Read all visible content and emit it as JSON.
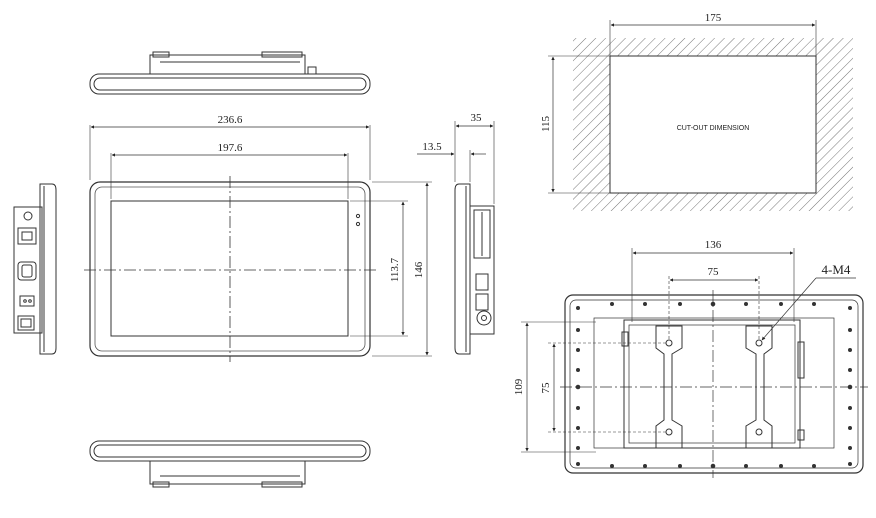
{
  "front_view": {
    "width_label": "236.6",
    "screen_width_label": "197.6",
    "screen_height_label": "113.7",
    "height_label": "146"
  },
  "side_view": {
    "depth_label": "35",
    "bezel_label": "13.5"
  },
  "cutout": {
    "width_label": "175",
    "height_label": "115",
    "title": "CUT-OUT DIMENSION"
  },
  "rear_view": {
    "vesa_outer_label": "136",
    "vesa_inner_label": "75",
    "screw_label": "4-M4",
    "height_label": "109",
    "vesa_height_label": "75"
  }
}
